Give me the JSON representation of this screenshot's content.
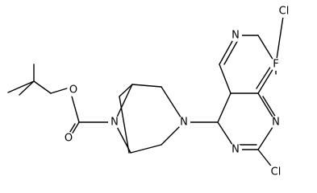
{
  "atoms": {
    "o_ether": "O",
    "o_carbonyl": "O",
    "n_bicyclic_bridge": "N",
    "n_bicyclic_amine": "N",
    "n_pyrimidine_upper": "N",
    "n_pyrimidine_lower": "N",
    "n_pyridine": "N",
    "cl_top": "Cl",
    "cl_bottom": "Cl",
    "f_substituent": "F"
  },
  "colors": {
    "bond": "#000000",
    "label": "#000000",
    "background": "#ffffff"
  }
}
